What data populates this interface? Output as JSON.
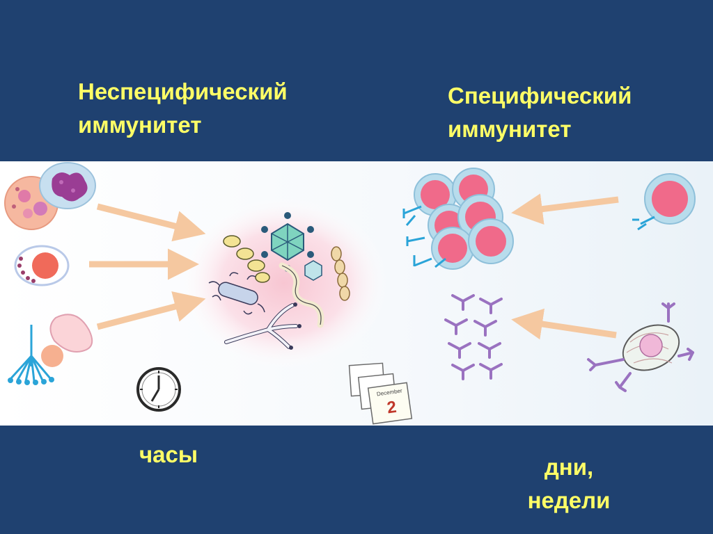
{
  "headings": {
    "nonspecific": "Неспецифический\nиммунитет",
    "specific": "Специфический\nиммунитет"
  },
  "timescales": {
    "nonspecific": "часы",
    "specific": "дни,\nнедели"
  },
  "calendar": {
    "month": "December",
    "day": "2"
  },
  "colors": {
    "background": "#1f4170",
    "label_text": "#ffff66",
    "arrow": "#f5c8a0",
    "cell_pink": "#f06a8a",
    "cell_ring": "#b8dcec",
    "antibody": "#9a72c0"
  },
  "icons": [
    "clock-icon",
    "calendar-icon",
    "microbe-cluster"
  ]
}
